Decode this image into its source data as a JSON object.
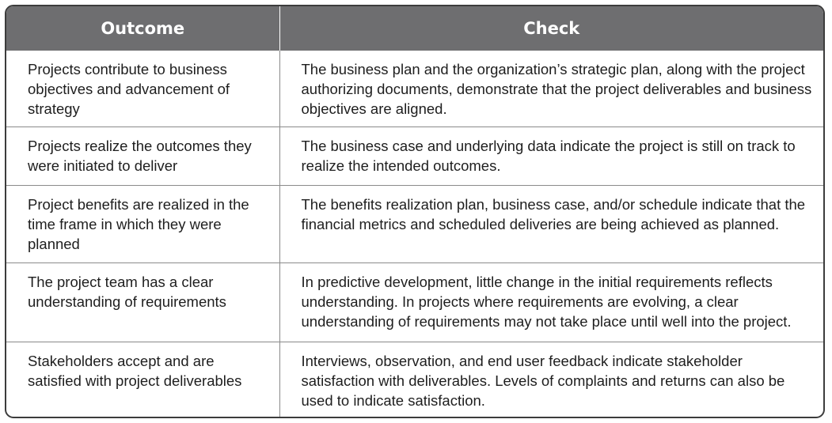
{
  "table": {
    "headers": {
      "outcome": "Outcome",
      "check": "Check"
    },
    "rows": [
      {
        "outcome": "Projects contribute to business objectives and advancement of strategy",
        "check": "The business plan and the organization’s strategic plan, along with the project authorizing documents, demonstrate that the project deliverables and business objectives are aligned."
      },
      {
        "outcome": "Projects realize the outcomes they were initiated to deliver",
        "check": "The business case and underlying data indicate the project is still on track to realize the intended outcomes."
      },
      {
        "outcome": "Project benefits are realized in the time frame in which they were planned",
        "check": "The benefits realization plan, business case, and/or schedule indicate that the financial metrics and scheduled deliveries are being achieved as planned."
      },
      {
        "outcome": "The project team has a clear understanding of requirements",
        "check": "In predictive development, little change in the initial requirements reflects understanding. In projects where requirements are evolving, a clear understanding of requirements may not take place until well into the project."
      },
      {
        "outcome": "Stakeholders accept and are satisfied with project deliverables",
        "check": "Interviews, observation, and end user feedback indicate stakeholder satisfaction with deliverables. Levels of complaints and returns can also be used to indicate satisfaction."
      }
    ]
  }
}
